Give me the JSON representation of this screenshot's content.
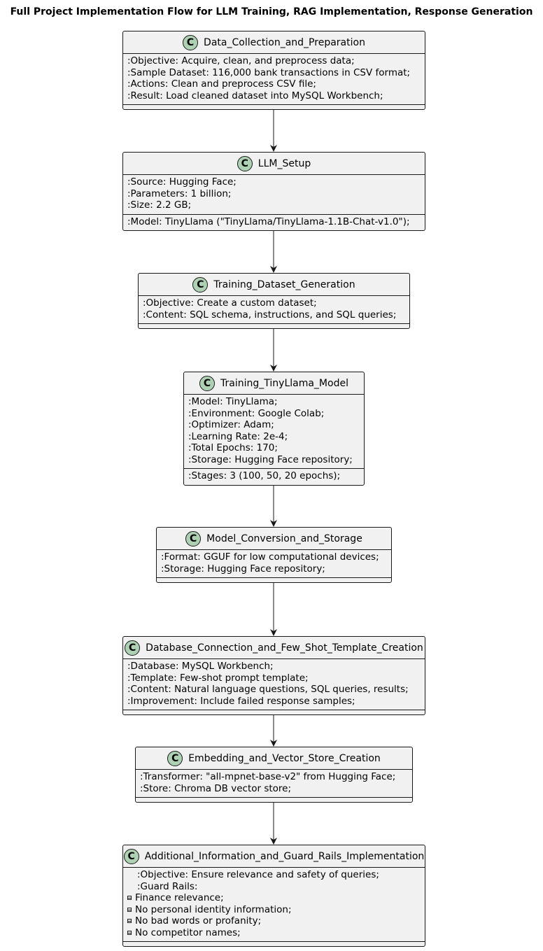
{
  "title": "Full Project Implementation Flow for LLM Training, RAG Implementation, Response Generation",
  "icon_letter": "C",
  "colors": {
    "box_fill": "#f1f1f1",
    "border": "#181818",
    "icon_fill": "#add1b2"
  },
  "classes": [
    {
      "name": "Data_Collection_and_Preparation",
      "compartments": [
        [
          ":Objective: Acquire, clean, and preprocess data;",
          ":Sample Dataset: 116,000 bank transactions in CSV format;",
          ":Actions: Clean and preprocess CSV file;",
          ":Result: Load cleaned dataset into MySQL Workbench;"
        ],
        []
      ]
    },
    {
      "name": "LLM_Setup",
      "compartments": [
        [
          ":Source: Hugging Face;",
          ":Parameters: 1 billion;",
          ":Size: 2.2 GB;"
        ],
        [
          ":Model: TinyLlama (\"TinyLlama/TinyLlama-1.1B-Chat-v1.0\");"
        ]
      ]
    },
    {
      "name": "Training_Dataset_Generation",
      "compartments": [
        [
          ":Objective: Create a custom dataset;",
          ":Content: SQL schema, instructions, and SQL queries;"
        ],
        []
      ]
    },
    {
      "name": "Training_TinyLlama_Model",
      "compartments": [
        [
          ":Model: TinyLlama;",
          ":Environment: Google Colab;",
          ":Optimizer: Adam;",
          ":Learning Rate: 2e-4;",
          ":Total Epochs: 170;",
          ":Storage: Hugging Face repository;"
        ],
        [
          ":Stages: 3 (100, 50, 20 epochs);"
        ]
      ]
    },
    {
      "name": "Model_Conversion_and_Storage",
      "compartments": [
        [
          ":Format: GGUF for low computational devices;",
          ":Storage: Hugging Face repository;"
        ],
        []
      ]
    },
    {
      "name": "Database_Connection_and_Few_Shot_Template_Creation",
      "compartments": [
        [
          ":Database: MySQL Workbench;",
          ":Template: Few-shot prompt template;",
          ":Content: Natural language questions, SQL queries, results;",
          ":Improvement: Include failed response samples;"
        ],
        []
      ]
    },
    {
      "name": "Embedding_and_Vector_Store_Creation",
      "compartments": [
        [
          ":Transformer: \"all-mpnet-base-v2\" from Hugging Face;",
          ":Store: Chroma DB vector store;"
        ],
        []
      ]
    },
    {
      "name": "Additional_Information_and_Guard_Rails_Implementation",
      "compartments": [
        [
          ":Objective: Ensure relevance and safety of queries;",
          ":Guard Rails:"
        ],
        []
      ],
      "bullets": [
        "Finance relevance;",
        "No personal identity information;",
        "No bad words or profanity;",
        "No competitor names;"
      ]
    }
  ]
}
